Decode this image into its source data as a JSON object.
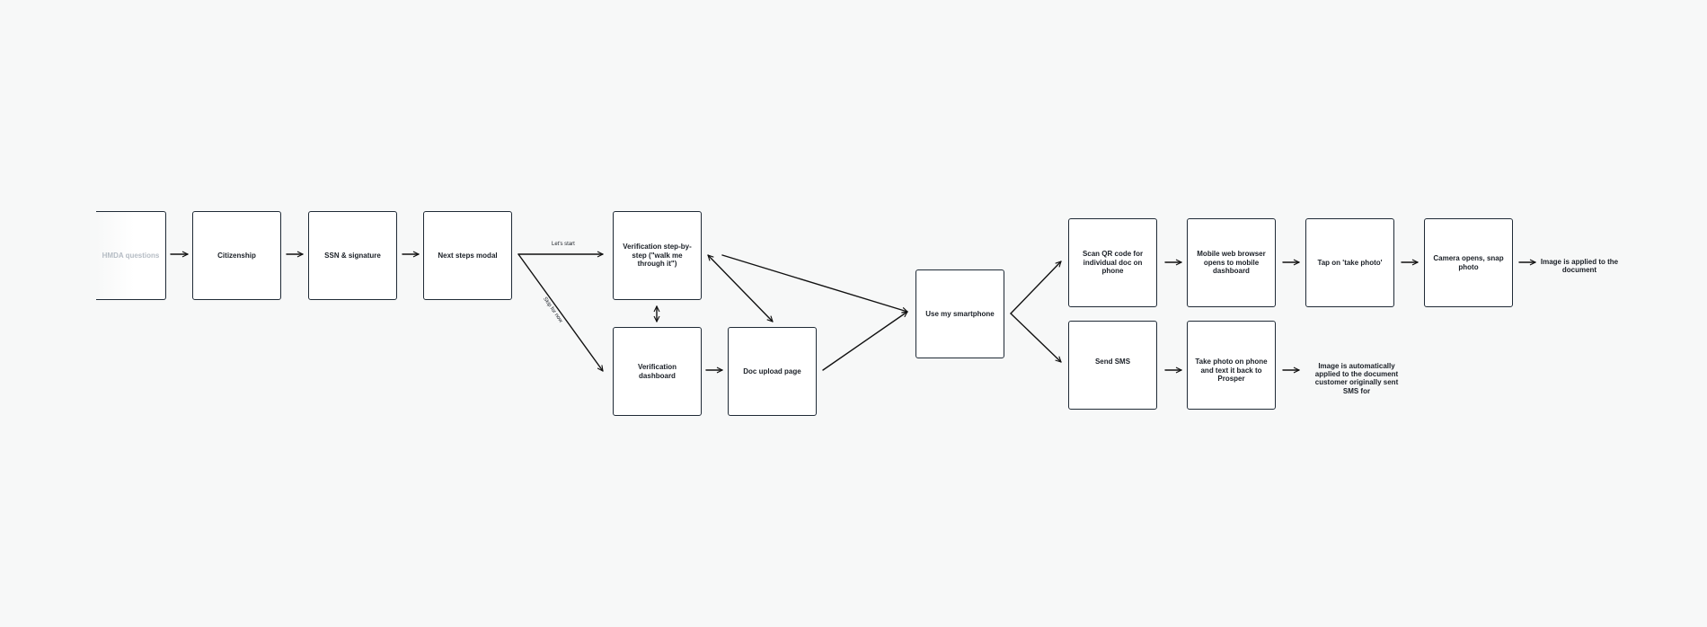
{
  "flow": {
    "nodes": {
      "hmda": "HMDA questions",
      "citizenship": "Citizenship",
      "ssn": "SSN & signature",
      "next_steps": "Next steps modal",
      "step_by_step": "Verification step-by-step (\"walk me through it\")",
      "dashboard": "Verification dashboard",
      "doc_upload": "Doc upload page",
      "smartphone": "Use my smartphone",
      "scan_qr": "Scan QR code for individual doc on phone",
      "mobile_browser": "Mobile web browser opens to mobile dashboard",
      "tap_photo": "Tap on 'take photo'",
      "camera": "Camera opens, snap photo",
      "send_sms": "Send SMS",
      "take_photo_text": "Take photo on phone and text it back to Prosper"
    },
    "outcomes": {
      "applied": "Image is applied to the document",
      "auto_applied": "Image is automatically applied to the document customer originally sent SMS for"
    },
    "edge_labels": {
      "lets_start": "Let's start",
      "skip_for_now": "Skip for now"
    }
  },
  "colors": {
    "background": "#f7f8f8",
    "node_border": "#1f2a36",
    "node_fill": "#ffffff",
    "line": "#111111",
    "faded_text": "#b5bcc4"
  }
}
